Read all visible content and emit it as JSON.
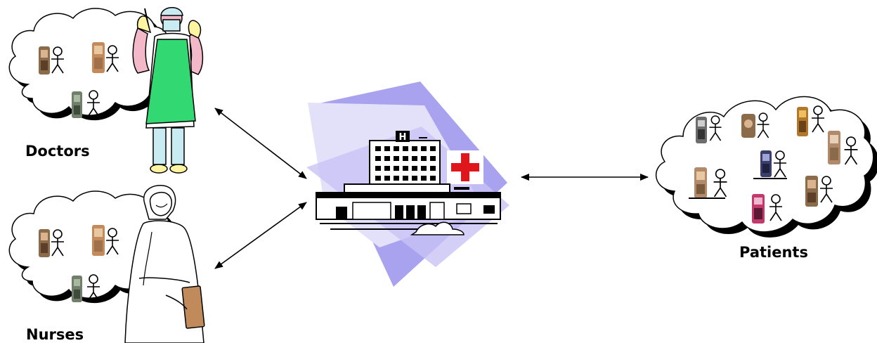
{
  "labels": {
    "doctors": "Doctors",
    "nurses": "Nurses",
    "patients": "Patients"
  },
  "hospital": {
    "sign_letter": "H"
  },
  "colors": {
    "cloud_fill": "#ffffff",
    "cloud_shadow": "#000000",
    "accent_purple": "#a9a2ef",
    "cross_red": "#e0161d",
    "gown_green": "#32d972",
    "skin": "#f4b9c8",
    "device_colors": [
      "#8b6b4a",
      "#c48a5a",
      "#6f7f6a",
      "#6d6d6d",
      "#b08a6a",
      "#3a3f6a",
      "#c23a6a"
    ]
  },
  "icons": [
    "doctor-figure-icon",
    "nurse-figure-icon",
    "hospital-building-icon",
    "stick-figure-icon",
    "handheld-device-icon",
    "arrow-icon"
  ]
}
